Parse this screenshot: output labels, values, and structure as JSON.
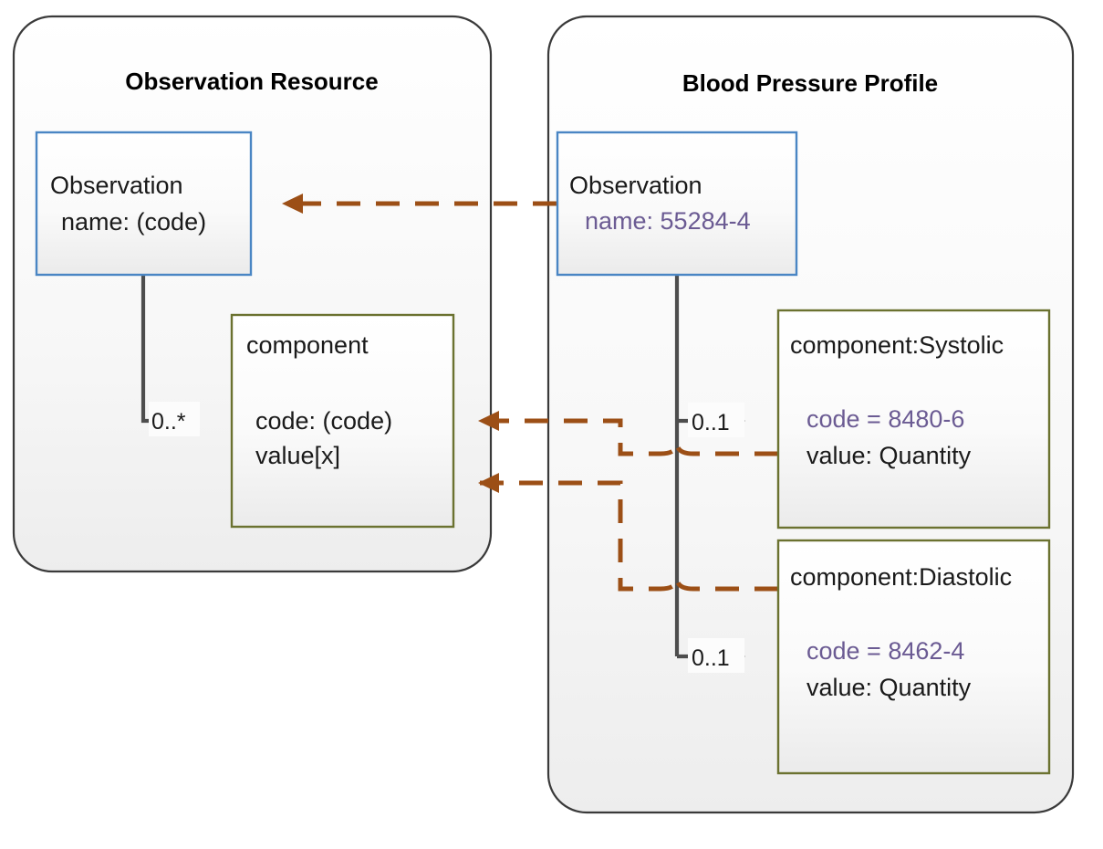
{
  "diagram": {
    "title_left": "Observation Resource",
    "title_right": "Blood Pressure Profile",
    "colors": {
      "container_border": "#3a3a3a",
      "class_blue_border": "#4a86c4",
      "class_olive_border": "#6b7230",
      "brown_arrow": "#9c4f16",
      "gray_arrow": "#4d4d4d",
      "purple_text": "#6b5b93",
      "body_text": "#1a1a1a"
    }
  },
  "left_group": {
    "title": "Observation Resource",
    "observation_box": {
      "name": "Observation",
      "attribute": "name: (code)"
    },
    "component_box": {
      "name": "component",
      "attr1": "code: (code)",
      "attr2": "value[x]"
    },
    "multiplicity": "0..*"
  },
  "right_group": {
    "title": "Blood Pressure Profile",
    "observation_box": {
      "name": "Observation",
      "attribute": "name: 55284-4"
    },
    "systolic_box": {
      "name": "component:Systolic",
      "attr1": "code = 8480-6",
      "attr2": "value: Quantity",
      "multiplicity": "0..1"
    },
    "diastolic_box": {
      "name": "component:Diastolic",
      "attr1": "code = 8462-4",
      "attr2": "value: Quantity",
      "multiplicity": "0..1"
    }
  }
}
